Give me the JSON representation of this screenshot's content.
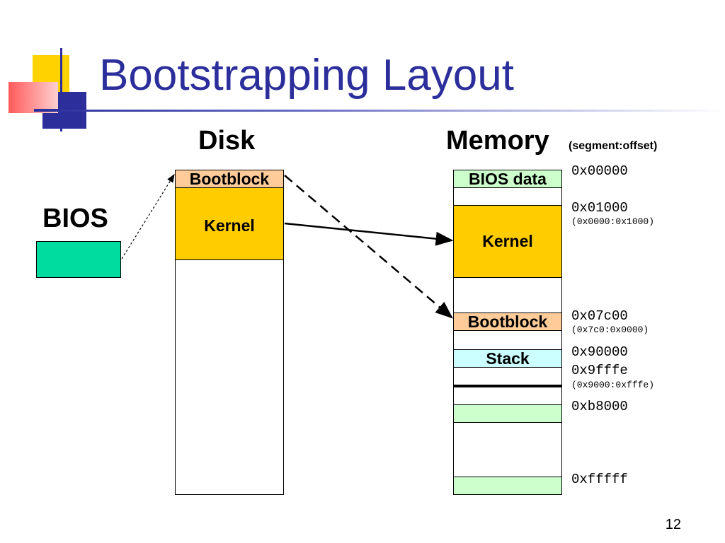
{
  "slide": {
    "title": "Bootstrapping Layout",
    "page_number": "12"
  },
  "bios": {
    "label": "BIOS",
    "color": "#00dca0"
  },
  "disk": {
    "heading": "Disk",
    "bootblock": "Bootblock",
    "kernel": "Kernel"
  },
  "memory": {
    "heading": "Memory",
    "heading_note": "(segment:offset)",
    "bios_data": "BIOS data",
    "kernel": "Kernel",
    "bootblock": "Bootblock",
    "stack": "Stack",
    "addresses": [
      {
        "addr": "0x00000",
        "seg": ""
      },
      {
        "addr": "0x01000",
        "seg": "(0x0000:0x1000)"
      },
      {
        "addr": "0x07c00",
        "seg": "(0x7c0:0x0000)"
      },
      {
        "addr": "0x90000",
        "seg": ""
      },
      {
        "addr": "0x9fffe",
        "seg": "(0x9000:0xfffe)"
      },
      {
        "addr": "0xb8000",
        "seg": ""
      },
      {
        "addr": "0xfffff",
        "seg": ""
      }
    ]
  },
  "colors": {
    "title": "#2b2e9b",
    "kernel": "#ffcc00",
    "bootblock": "#ffcc99",
    "stack": "#ccffff",
    "video": "#ccffcc",
    "bios": "#00dca0"
  }
}
